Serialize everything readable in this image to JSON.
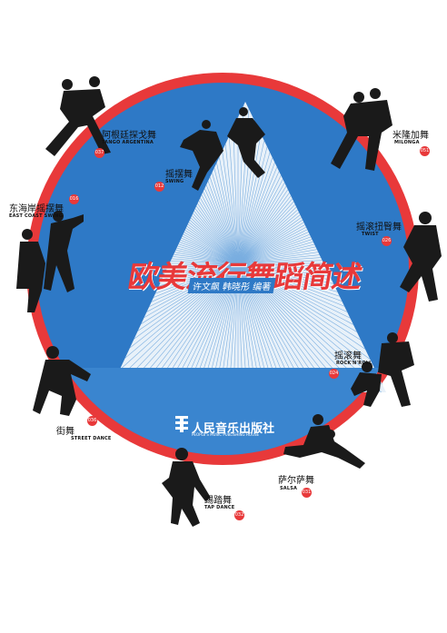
{
  "title": "欧美流行舞蹈简述",
  "authors": "许文飙 韩晓彤 编著",
  "publisher": {
    "name_cn": "人民音乐出版社",
    "name_en": "PEOPLE'S MUSIC PUBLISHING HOUSE"
  },
  "dances": {
    "tango": {
      "cn": "阿根廷探戈舞",
      "en": "TANGO ARGENTINA",
      "page": "037"
    },
    "swing": {
      "cn": "摇摆舞",
      "en": "SWING",
      "page": "012"
    },
    "milonga": {
      "cn": "米隆加舞",
      "en": "MILONGA",
      "page": "051"
    },
    "east_coast_swing": {
      "cn": "东海岸摇摆舞",
      "en": "EAST COAST SWING",
      "page": "016"
    },
    "twist": {
      "cn": "摇滚扭臀舞",
      "en": "TWIST",
      "page": "026"
    },
    "rock_n_roll": {
      "cn": "摇滚舞",
      "en": "ROCK'N'ROLL",
      "page": "024"
    },
    "street_dance": {
      "cn": "街舞",
      "en": "STREET DANCE",
      "page": "036"
    },
    "salsa": {
      "cn": "萨尔萨舞",
      "en": "SALSA",
      "page": "031"
    },
    "tap_dance": {
      "cn": "踢踏舞",
      "en": "TAP DANCE",
      "page": "032"
    }
  },
  "colors": {
    "ring_red": "#e8393a",
    "disc_blue": "#2e79c6",
    "triangle_pale": "#e8f1f9",
    "silhouette": "#1a1a1a"
  }
}
